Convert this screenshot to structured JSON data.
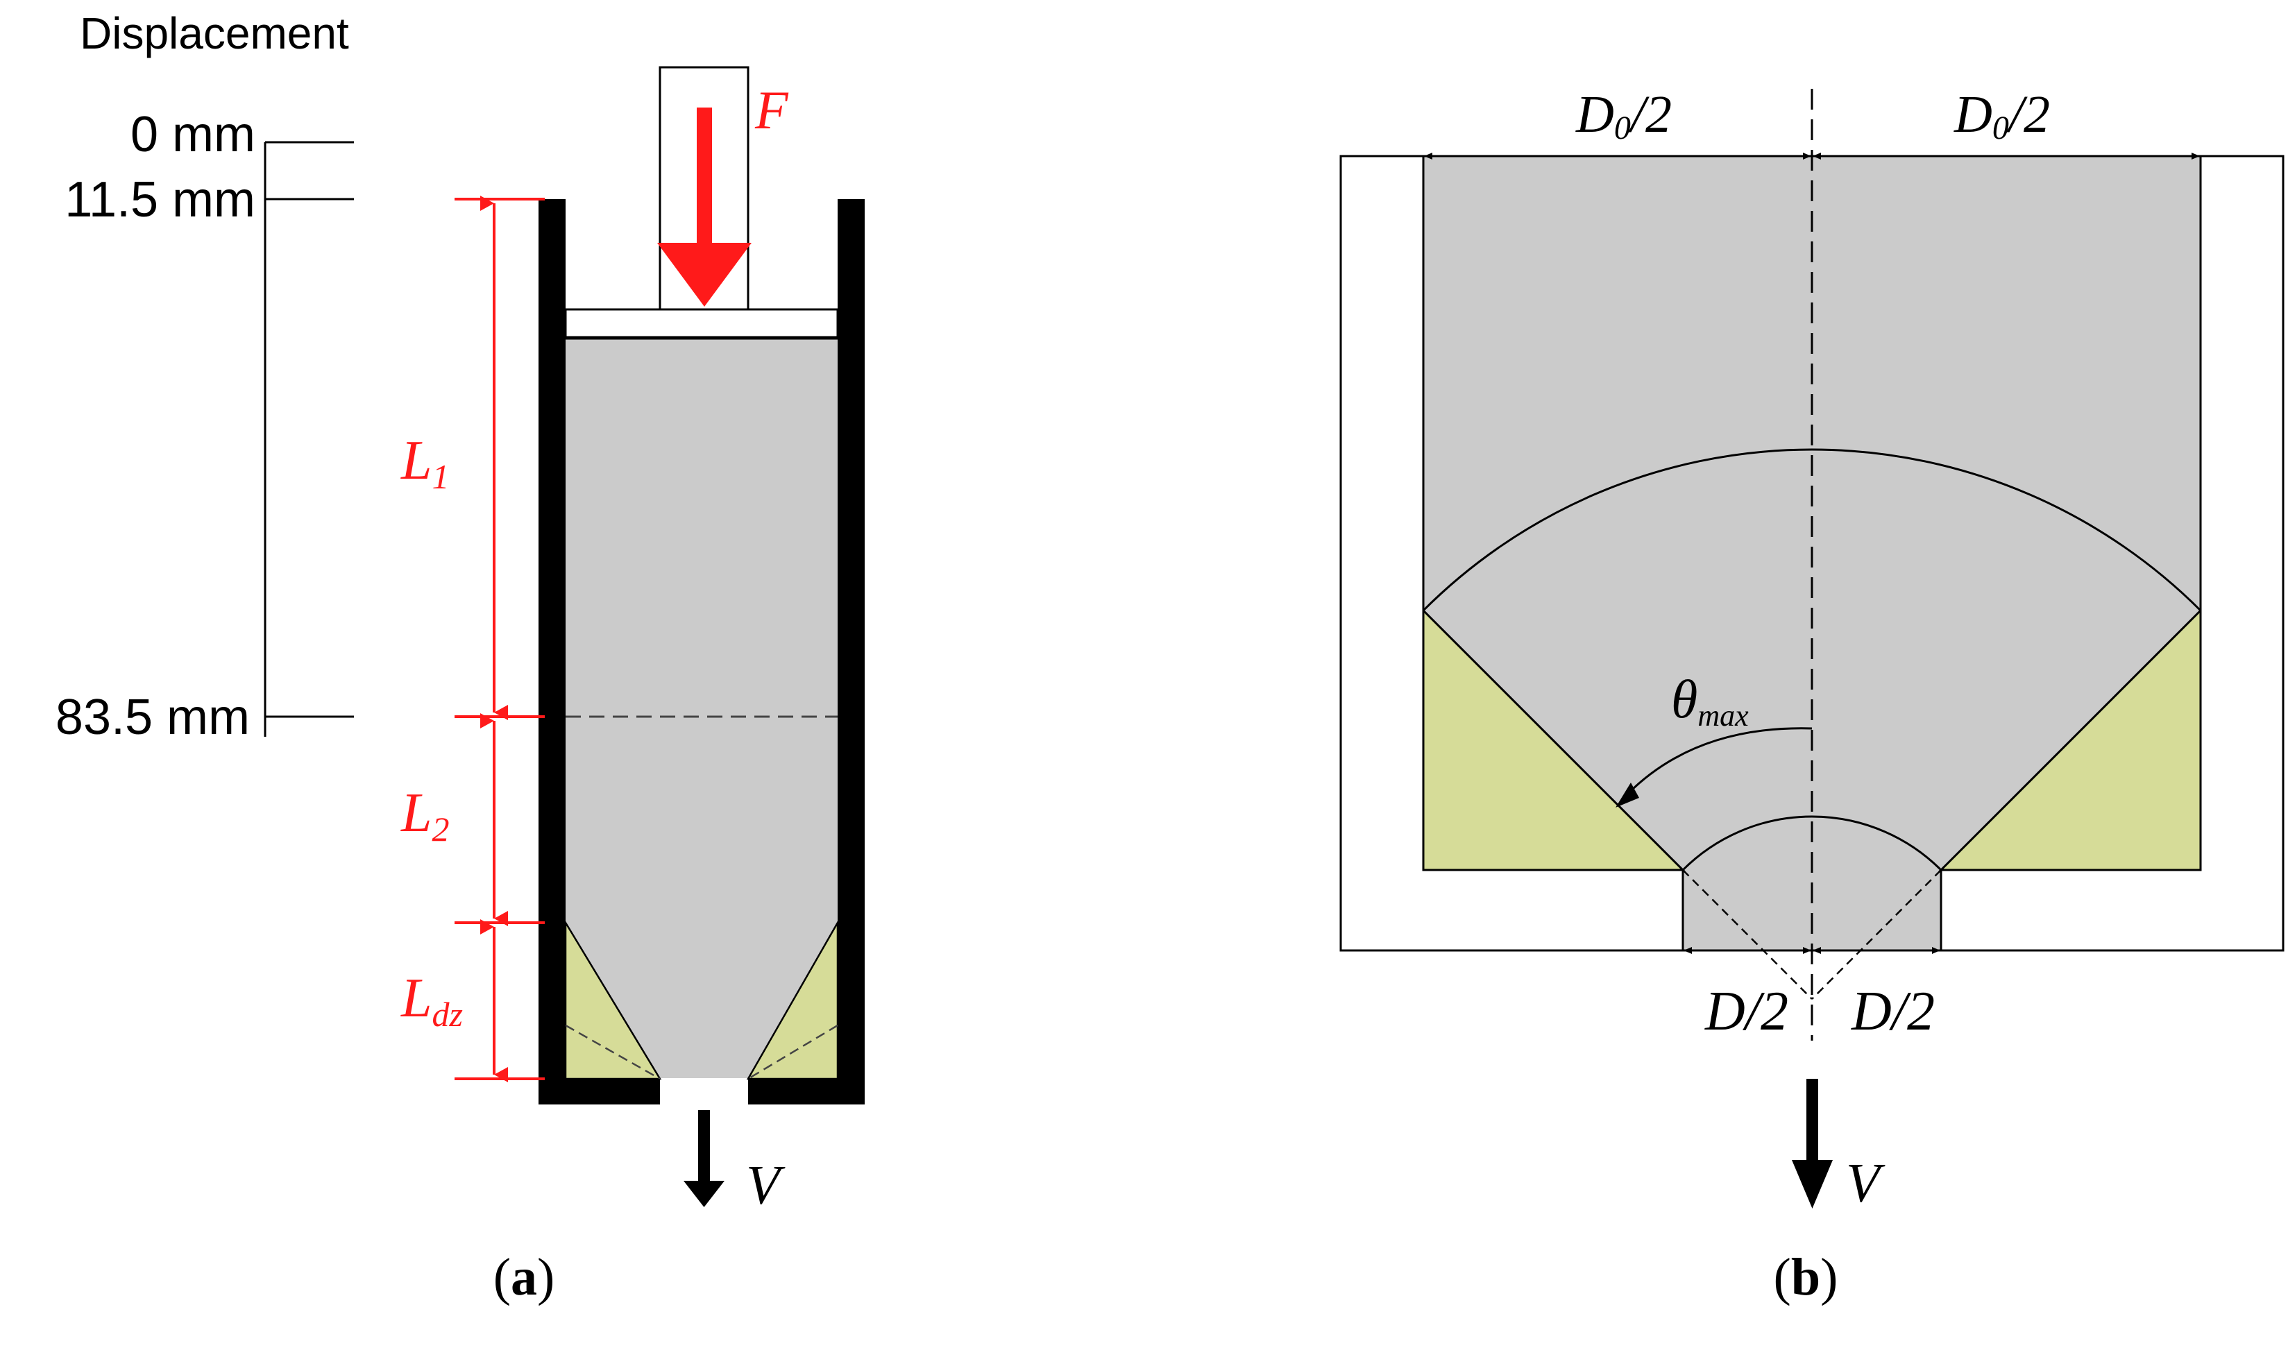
{
  "colors": {
    "material": "#cbcbcb",
    "dead_zone": "#d6dc98",
    "label_red": "#ff1a1a",
    "ink": "#000000"
  },
  "panel_a": {
    "displacement_title": "Displacement",
    "ticks": [
      "0 mm",
      "11.5 mm",
      "83.5 mm"
    ],
    "force_label": "F",
    "velocity_label": "V",
    "lengths": [
      {
        "main": "L",
        "sub": "1"
      },
      {
        "main": "L",
        "sub": "2"
      },
      {
        "main": "L",
        "sub": "dz"
      }
    ],
    "caption_letter": "a"
  },
  "panel_b": {
    "top_dims": [
      {
        "main": "D",
        "sub": "0",
        "rest": "/2"
      },
      {
        "main": "D",
        "sub": "0",
        "rest": "/2"
      }
    ],
    "bottom_dims": [
      "D/2",
      "D/2"
    ],
    "angle": {
      "main": "θ",
      "sub": "max"
    },
    "velocity_label": "V",
    "caption_letter": "b"
  }
}
